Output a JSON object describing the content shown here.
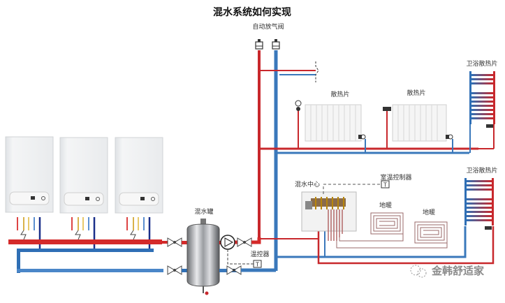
{
  "title": "混水系统如何实现",
  "labels": {
    "auto_air_vent": "自动放气阀",
    "radiator_1": "散热片",
    "radiator_2": "散热片",
    "bathroom_radiator_1": "卫浴散热片",
    "bathroom_radiator_2": "卫浴散热片",
    "mixing_center": "混水中心",
    "room_thermostat": "室温控制器",
    "floor_heating_1": "地暖",
    "floor_heating_2": "地暖",
    "mixing_tank": "混水罐",
    "temperature_controller": "温控器",
    "thermostat_symbol": "T"
  },
  "watermark": {
    "icon": "wechat-icon",
    "text": "金韩舒适家"
  },
  "colors": {
    "hot_pipe": "#c8282c",
    "cold_pipe": "#2f6fb5",
    "floor_loop": "#9a6a6a",
    "boiler_body": "#eef0f2"
  },
  "components": {
    "boilers": 3,
    "radiators": 2,
    "bathroom_radiators": 2,
    "floor_heating_loops": 2
  }
}
